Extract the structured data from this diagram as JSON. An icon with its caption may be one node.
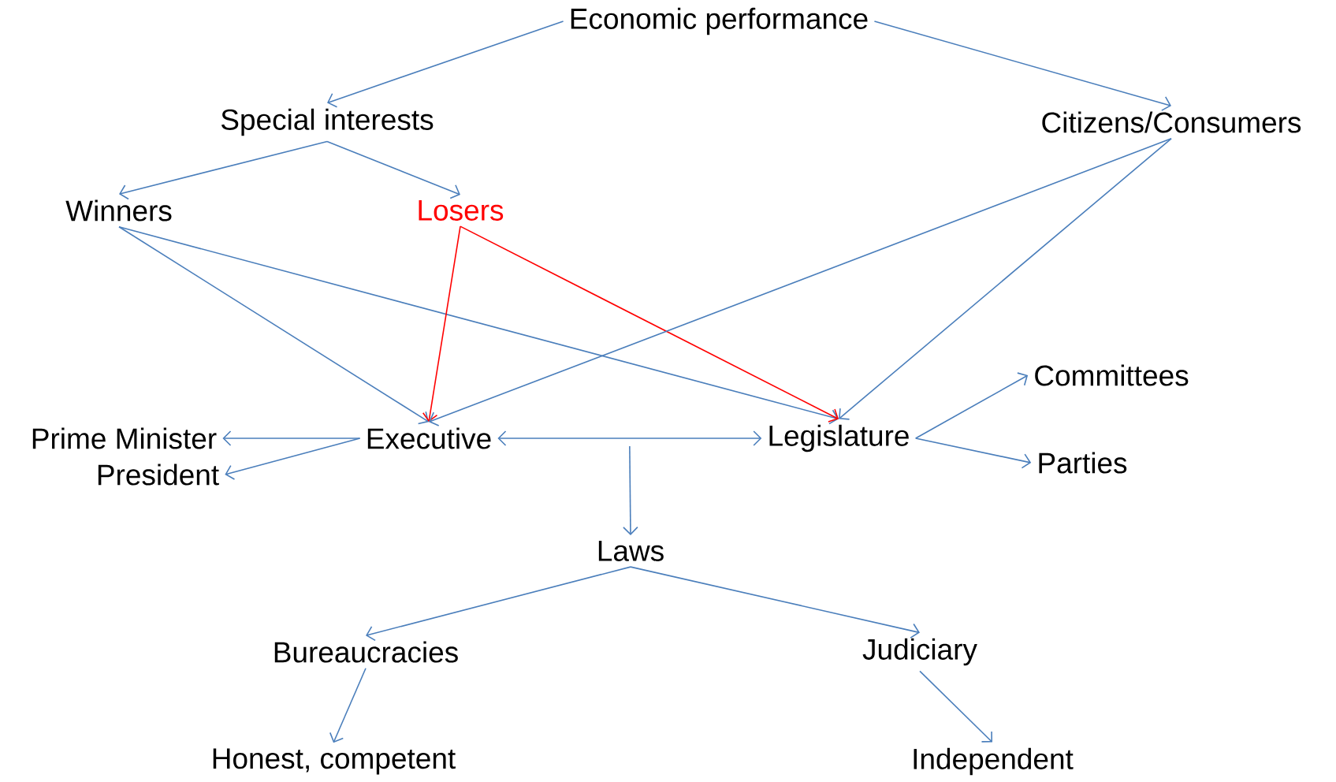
{
  "diagram": {
    "nodes": [
      {
        "text": [
          "Economic performance"
        ]
      },
      {
        "text": [
          "Special interests"
        ]
      },
      {
        "text": [
          "Citizens/Consumers"
        ]
      },
      {
        "text": [
          "Winners"
        ]
      },
      {
        "text": [
          "Losers"
        ]
      },
      {
        "text": [
          "Committees"
        ]
      },
      {
        "text": [
          "Prime Minister"
        ]
      },
      {
        "text": [
          "President"
        ]
      },
      {
        "text": [
          "Executive"
        ]
      },
      {
        "text": [
          "Legislature"
        ]
      },
      {
        "text": [
          "Parties"
        ]
      },
      {
        "text": [
          "Laws"
        ]
      },
      {
        "text": [
          "Bureaucracies"
        ]
      },
      {
        "text": [
          "Judiciary"
        ]
      },
      {
        "text": [
          "Honest, competent"
        ]
      },
      {
        "text": [
          "Independent"
        ]
      }
    ],
    "edges": [
      {
        "from": 0,
        "to": 1,
        "arrow": "to"
      },
      {
        "from": 0,
        "to": 2,
        "arrow": "to"
      },
      {
        "from": 1,
        "to": 3,
        "arrow": "to"
      },
      {
        "from": 1,
        "to": 4,
        "arrow": "to"
      },
      {
        "from": 3,
        "to": 8,
        "arrow": "to"
      },
      {
        "from": 3,
        "to": 9,
        "arrow": "to"
      },
      {
        "from": 4,
        "to": 8,
        "arrow": "to",
        "color": "#ff0000"
      },
      {
        "from": 4,
        "to": 9,
        "arrow": "to",
        "color": "#ff0000"
      },
      {
        "from": 2,
        "to": 8,
        "arrow": "to"
      },
      {
        "from": 2,
        "to": 9,
        "arrow": "to"
      },
      {
        "from": 9,
        "to": 5,
        "arrow": "to"
      },
      {
        "from": 9,
        "to": 10,
        "arrow": "to"
      },
      {
        "from": 8,
        "to": 6,
        "arrow": "to"
      },
      {
        "from": 8,
        "to": 7,
        "arrow": "to"
      },
      {
        "from": 8,
        "to": 9,
        "arrow": "both"
      },
      {
        "from": null,
        "to": 11,
        "arrow": "to"
      },
      {
        "from": 11,
        "to": 12,
        "arrow": "to"
      },
      {
        "from": 11,
        "to": 13,
        "arrow": "to"
      },
      {
        "from": 12,
        "to": 14,
        "arrow": "to"
      },
      {
        "from": 13,
        "to": 15,
        "arrow": "to"
      }
    ]
  }
}
